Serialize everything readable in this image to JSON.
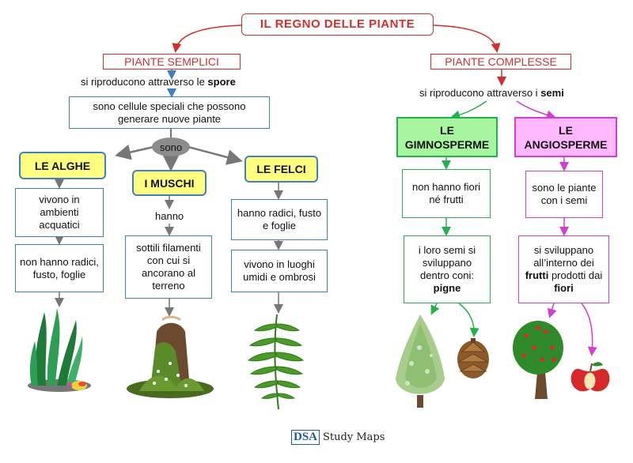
{
  "title": "IL REGNO DELLE PIANTE",
  "simple": {
    "label": "PIANTE SEMPLICI",
    "repro_prefix": "si riproducono attraverso le ",
    "repro_bold": "spore",
    "spore_desc": "sono cellule speciali che possono generare nuove piante",
    "sono": "sono",
    "alghe": {
      "name": "LE ALGHE",
      "desc1": "vivono in ambienti acquatici",
      "desc2": "non hanno radici, fusto, foglie"
    },
    "muschi": {
      "name": "I MUSCHI",
      "connector": "hanno",
      "desc1": "sottili filamenti con cui si ancorano al terreno"
    },
    "felci": {
      "name": "LE FELCI",
      "desc1": "hanno radici, fusto e foglie",
      "desc2": "vivono in luoghi umidi e ombrosi"
    }
  },
  "complex": {
    "label": "PIANTE COMPLESSE",
    "repro_prefix": "si riproducono attraverso i ",
    "repro_bold": "semi",
    "gimno": {
      "name1": "LE",
      "name2": "GIMNOSPERME",
      "desc1": "non hanno fiori né frutti",
      "desc2_prefix": "i loro semi si sviluppano dentro coni:",
      "desc2_bold": "pigne"
    },
    "angio": {
      "name1": "LE",
      "name2": "ANGIOSPERME",
      "desc1": "sono le piante con i semi",
      "desc2_prefix": "si sviluppano all’interno dei ",
      "desc2_bold1": "frutti",
      "desc2_mid": " prodotti dai ",
      "desc2_bold2": "fiori"
    }
  },
  "footer": {
    "brand": "DSA",
    "text": "Study Maps"
  },
  "colors": {
    "red": "#d32f2f",
    "blue": "#3f7fc2",
    "green": "#22b14c",
    "magenta": "#d13fd1",
    "gray": "#777777",
    "yellow": "#ffff80"
  }
}
